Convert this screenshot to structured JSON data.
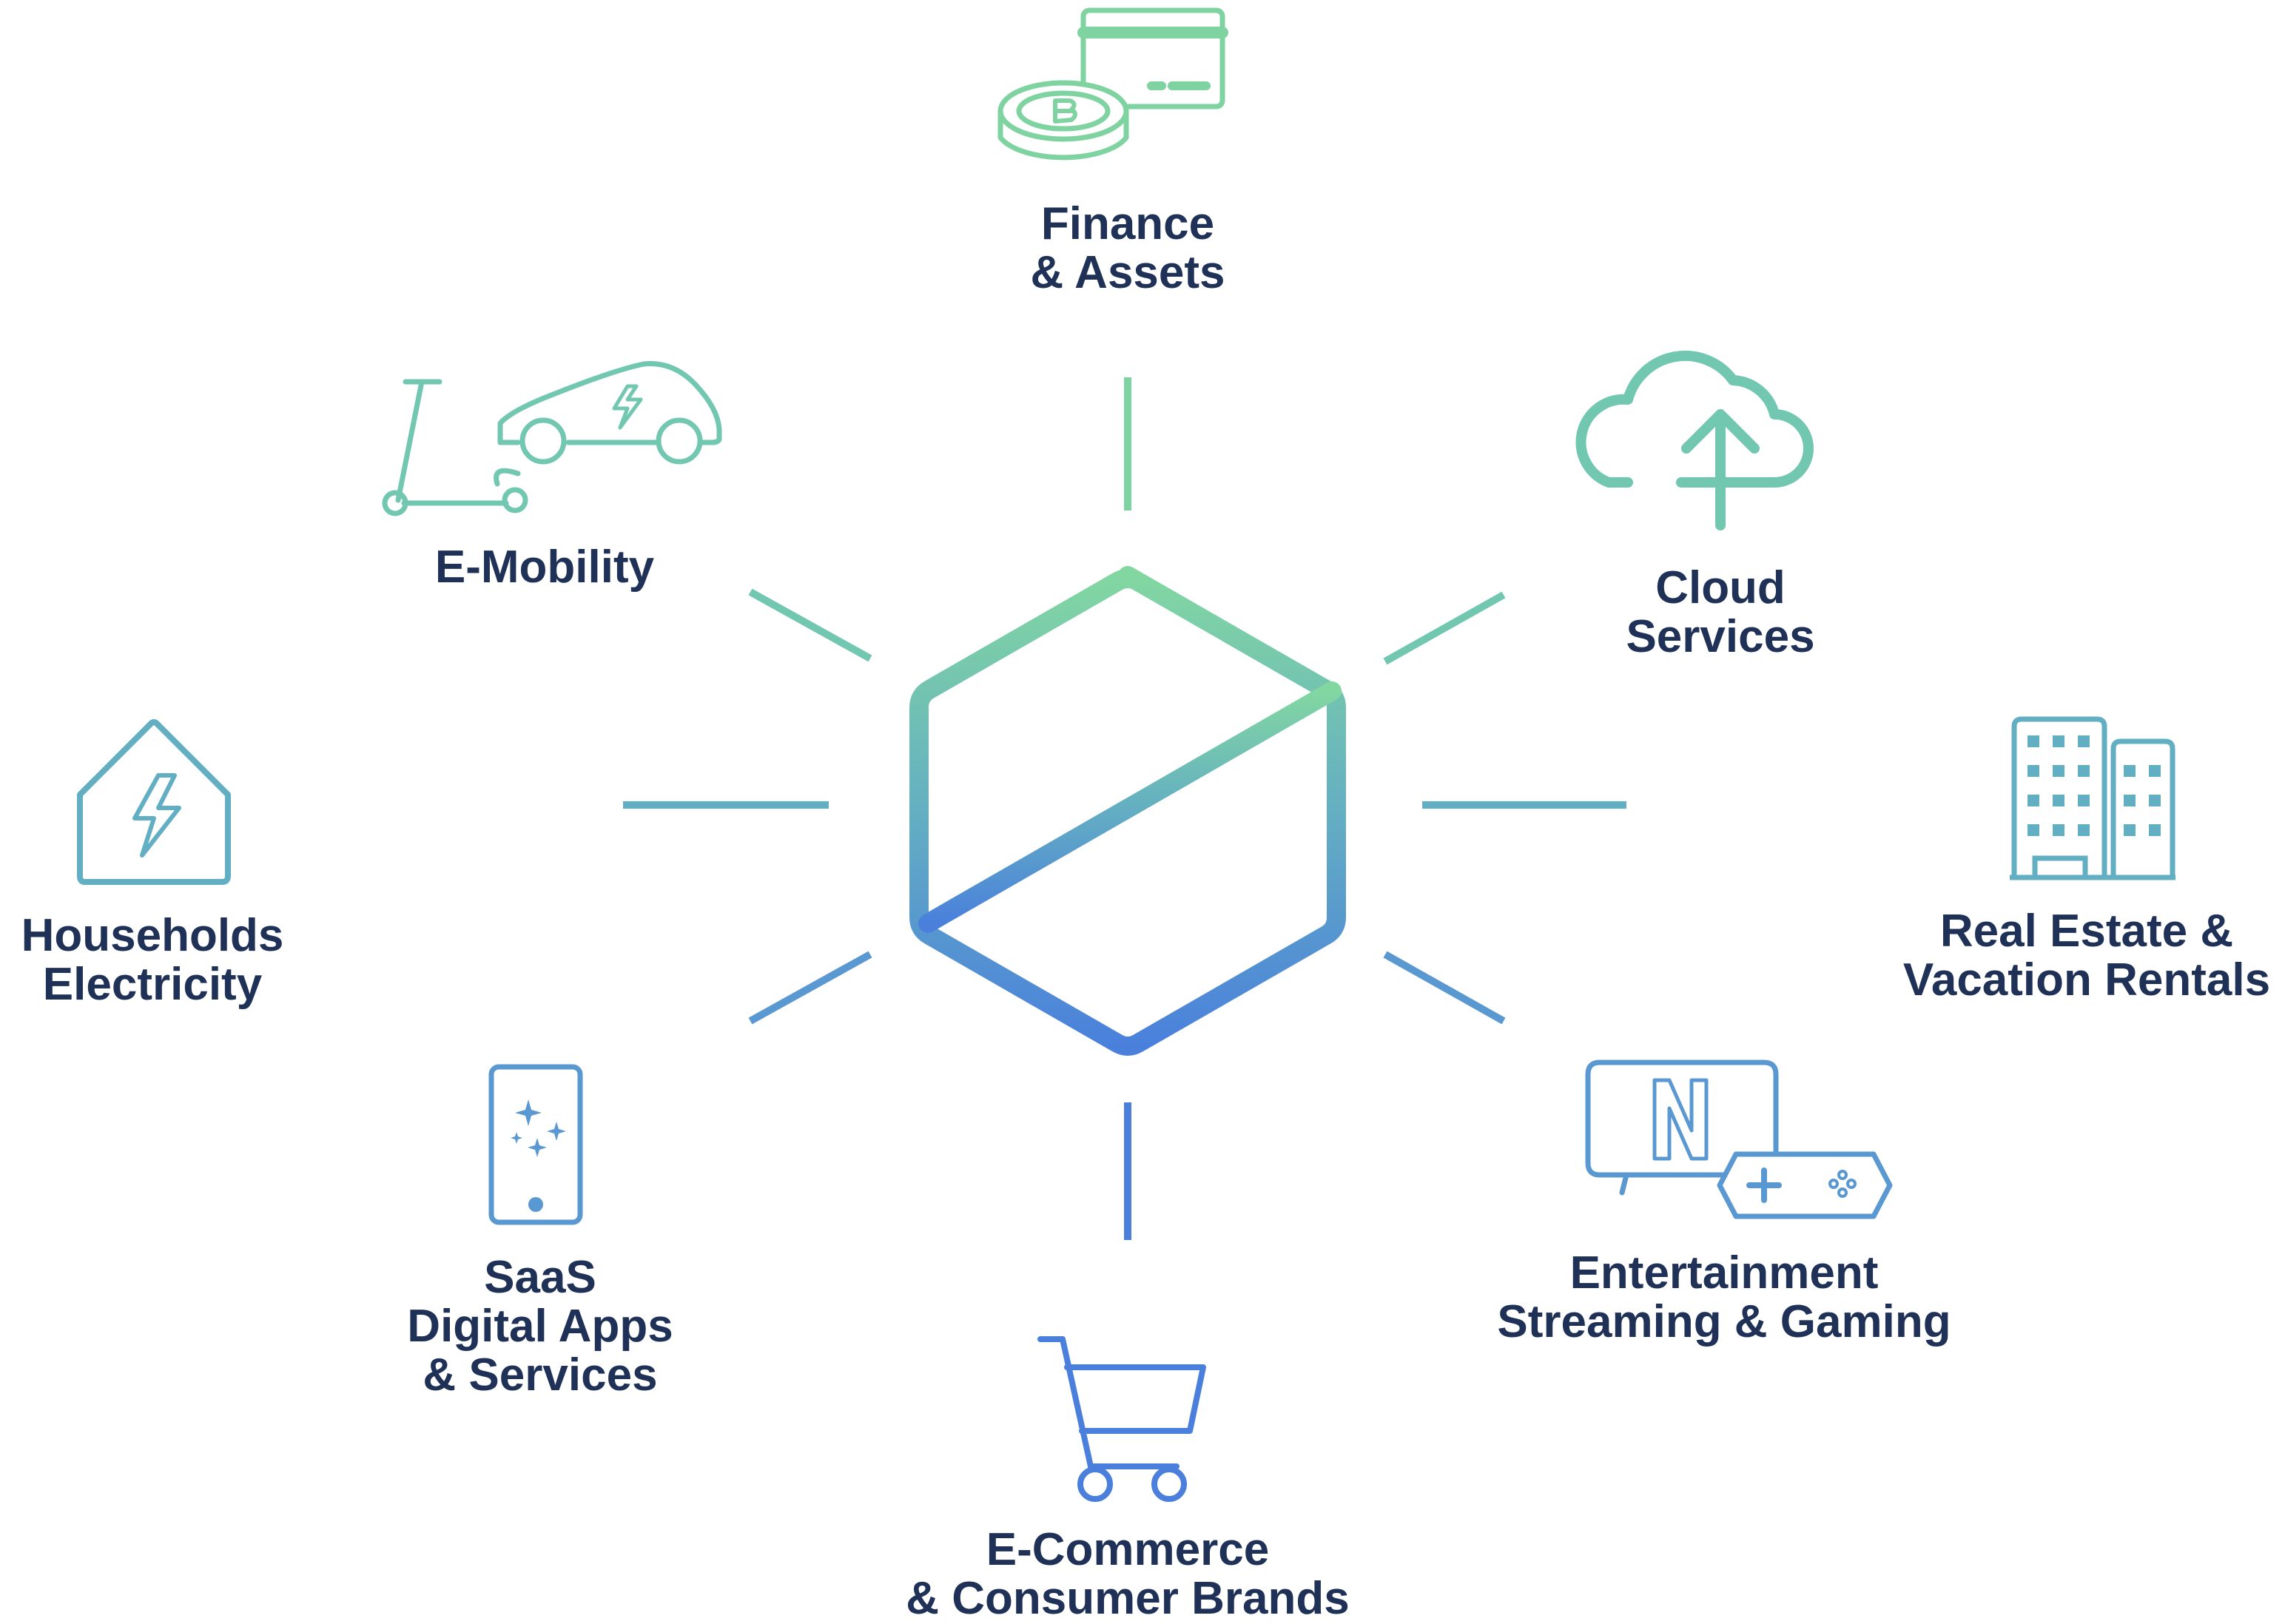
{
  "colors": {
    "text": "#1f3156",
    "green": "#7fd3a0",
    "teal": "#6fbfb4",
    "blue_teal": "#5ea7c8",
    "blue": "#4a80dc"
  },
  "center": {
    "icon": "hexagon-logo-icon"
  },
  "categories": [
    {
      "id": "finance",
      "icon": "coin-and-card-icon",
      "lines": [
        "Finance",
        "& Assets"
      ],
      "color": "#7fd3a0"
    },
    {
      "id": "cloud",
      "icon": "cloud-upload-icon",
      "lines": [
        "Cloud",
        "Services"
      ],
      "color": "#72c7b0"
    },
    {
      "id": "real-estate",
      "icon": "buildings-icon",
      "lines": [
        "Real Estate &",
        "Vacation Rentals"
      ],
      "color": "#62aec2"
    },
    {
      "id": "entertainment",
      "icon": "tv-and-gamepad-icon",
      "lines": [
        "Entertainment",
        "Streaming & Gaming"
      ],
      "color": "#5a98d2"
    },
    {
      "id": "ecommerce",
      "icon": "shopping-cart-icon",
      "lines": [
        "E-Commerce",
        "& Consumer Brands"
      ],
      "color": "#4a80dc"
    },
    {
      "id": "saas",
      "icon": "smartphone-sparkle-icon",
      "lines": [
        "SaaS",
        "Digital Apps",
        "& Services"
      ],
      "color": "#5a98d2"
    },
    {
      "id": "households",
      "icon": "house-lightning-icon",
      "lines": [
        "Households",
        "Electricity"
      ],
      "color": "#62aec2"
    },
    {
      "id": "emobility",
      "icon": "scooter-and-ev-icon",
      "lines": [
        "E-Mobility"
      ],
      "color": "#72c7b0"
    }
  ]
}
